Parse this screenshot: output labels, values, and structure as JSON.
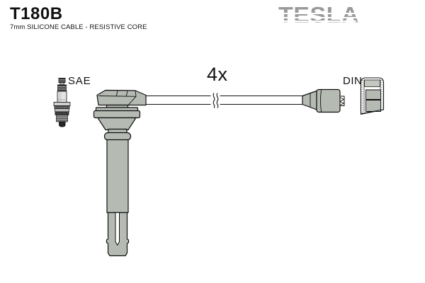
{
  "header": {
    "product_code": "T180B",
    "subtitle": "7mm SILICONE CABLE - RESISTIVE CORE"
  },
  "brand": {
    "logo_text": "TESLA",
    "logo_color": "#9a9b98"
  },
  "diagram": {
    "labels": {
      "sae": "SAE",
      "quantity": "4x",
      "din": "DIN"
    },
    "part_fill_color": "#b5bab3",
    "outline_color": "#111111",
    "background_color": "#ffffff"
  }
}
